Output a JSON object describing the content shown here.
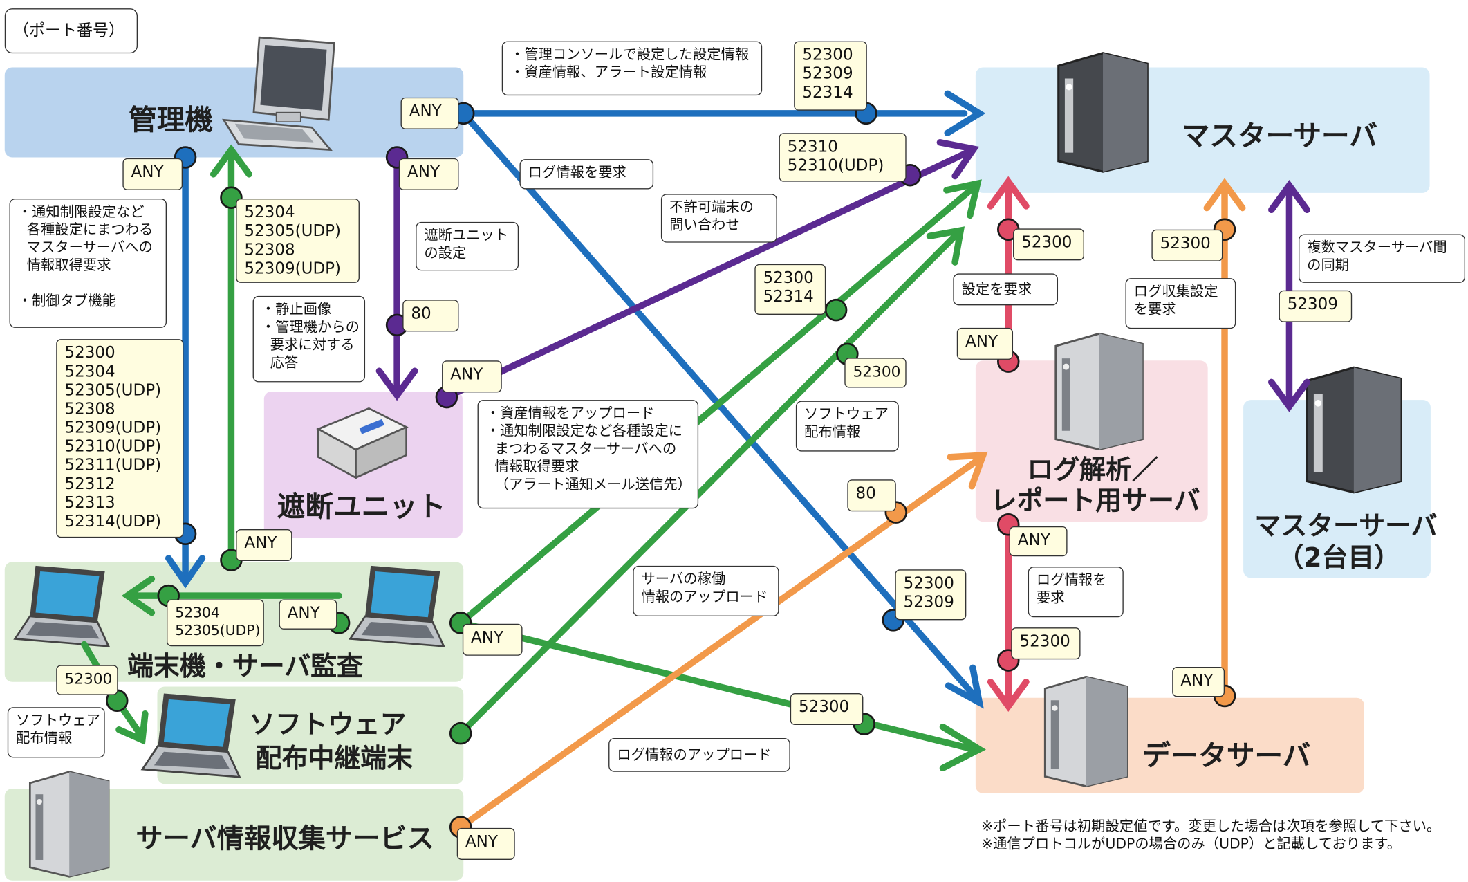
{
  "legend": {
    "port_number": "（ポート番号）"
  },
  "nodes": {
    "admin": "管理機",
    "blocking_unit": "遮断ユニット",
    "terminal_audit": "端末機・サーバ監査",
    "relay": [
      "ソフトウェア",
      "配布中継端末"
    ],
    "server_collect": "サーバ情報収集サービス",
    "master": "マスターサーバ",
    "log_server": [
      "ログ解析／",
      "レポート用サーバ"
    ],
    "master2": [
      "マスターサーバ",
      "（2台目）"
    ],
    "data_server": "データサーバ"
  },
  "bubbles": {
    "b1": "・管理コンソールで設定した設定情報\n・資産情報、アラート設定情報",
    "b2": "ログ情報を要求",
    "b3": "不許可端末の\n問い合わせ",
    "b4": "遮断ユニット\nの設定",
    "b5": "・通知制限設定など\n  各種設定にまつわる\n  マスターサーバへの\n  情報取得要求\n\n・制御タブ機能",
    "b6": "・静止画像\n・管理機からの\n  要求に対する\n  応答",
    "b7": "・資産情報をアップロード\n・通知制限設定など各種設定に\n  まつわるマスターサーバへの\n  情報取得要求\n  （アラート通知メール送信先）",
    "b8": "ソフトウェア\n配布情報",
    "b9": "サーバの稼働\n情報のアップロード",
    "b10": "ログ情報のアップロード",
    "b11": "設定を要求",
    "b12": "ログ収集設定\nを要求",
    "b13": "複数マスターサーバ間\nの同期",
    "b14": "ログ情報を\n要求",
    "b15": "ソフトウェア\n配布情報"
  },
  "ports": {
    "p1": "ANY",
    "p2": "52300\n52309\n52314",
    "p3": "52310\n52310(UDP)",
    "p4": "ANY",
    "p5": "ANY",
    "p6": "52304\n52305(UDP)\n52308\n52309(UDP)",
    "p7": "80",
    "p8": "ANY",
    "p9": "52300\n52304\n52305(UDP)\n52308\n52309(UDP)\n52310(UDP)\n52311(UDP)\n52312\n52313\n52314(UDP)",
    "p10": "ANY",
    "p11": "52304\n52305(UDP)",
    "p12": "ANY",
    "p13": "ANY",
    "p14": "52300",
    "p15": "52300\n52314",
    "p16": "52300",
    "p17": "80",
    "p18": "52300\n52309",
    "p19": "52300",
    "p20": "ANY",
    "p21": "52300",
    "p22": "ANY",
    "p23": "ANY",
    "p24": "52300",
    "p25": "52300",
    "p26": "ANY",
    "p27": "52309"
  },
  "footnotes": [
    "※ポート番号は初期設定値です。変更した場合は次項を参照して下さい。",
    "※通信プロトコルがUDPの場合のみ（UDP）と記載しております。"
  ],
  "colors": {
    "blue": "#1e6fbd",
    "green": "#35a043",
    "purple": "#5b2a91",
    "orange": "#f2994a",
    "red": "#e04b66"
  },
  "icons": [
    "desktop-pc-icon",
    "laptop-icon",
    "server-icon",
    "blocking-unit-device-icon"
  ]
}
